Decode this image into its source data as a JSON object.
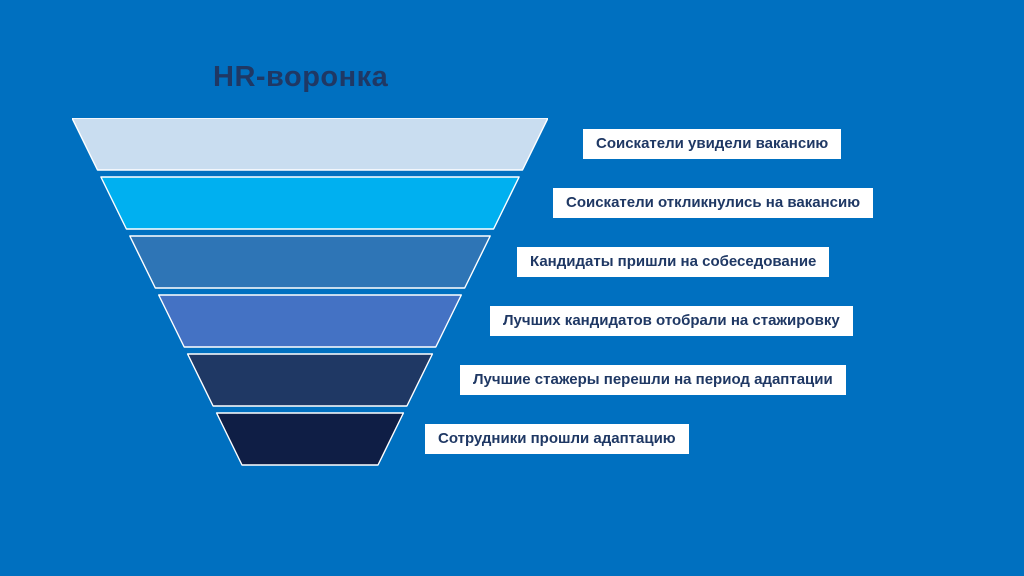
{
  "slide": {
    "title": "HR-воронка"
  },
  "colors": {
    "background": "#0070C0",
    "title_text": "#1F3864",
    "label_text": "#1F3864",
    "label_background": "#FFFFFF",
    "stage_outline": "#FFFFFF"
  },
  "funnel": {
    "stages": [
      {
        "label": "Соискатели увидели вакансию",
        "color": "#C9DDF0"
      },
      {
        "label": "Соискатели откликнулись на вакансию",
        "color": "#00B0F0"
      },
      {
        "label": "Кандидаты пришли на собеседование",
        "color": "#2E75B6"
      },
      {
        "label": "Лучших кандидатов отобрали на стажировку",
        "color": "#4472C4"
      },
      {
        "label": "Лучшие стажеры перешли на период адаптации",
        "color": "#1F3864"
      },
      {
        "label": "Сотрудники прошли адаптацию",
        "color": "#0F1E45"
      }
    ]
  }
}
